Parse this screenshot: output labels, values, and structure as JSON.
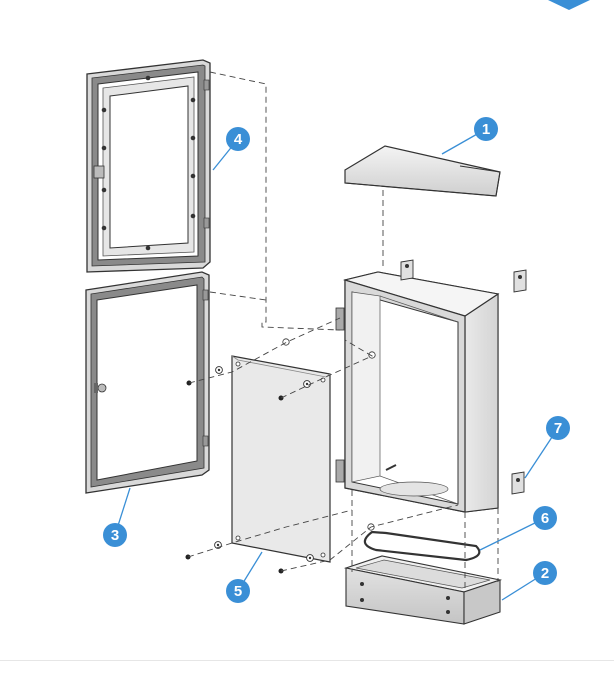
{
  "diagram": {
    "accent_color": "#3a8fd6",
    "callouts": [
      {
        "id": "c1",
        "label": "1"
      },
      {
        "id": "c2",
        "label": "2"
      },
      {
        "id": "c3",
        "label": "3"
      },
      {
        "id": "c4",
        "label": "4"
      },
      {
        "id": "c5",
        "label": "5"
      },
      {
        "id": "c6",
        "label": "6"
      },
      {
        "id": "c7",
        "label": "7"
      }
    ]
  }
}
